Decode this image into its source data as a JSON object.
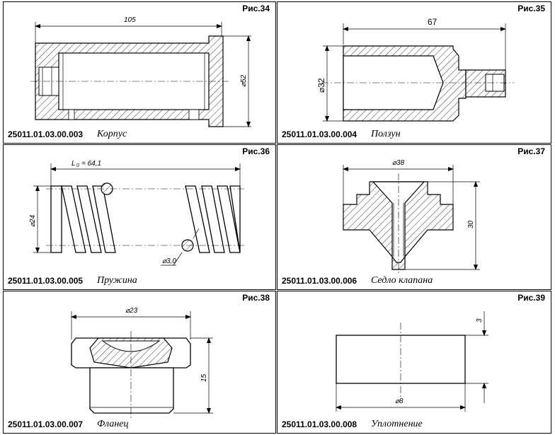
{
  "panels": [
    {
      "fig": "Рис.34",
      "code": "25011.01.03.00.003",
      "name": "Корпус",
      "dims": {
        "length": "105",
        "diameter": "⌀52"
      }
    },
    {
      "fig": "Рис.35",
      "code": "25011.01.03.00.004",
      "name": "Ползун",
      "dims": {
        "length": "67",
        "diameter": "⌀32"
      }
    },
    {
      "fig": "Рис.36",
      "code": "25011.01.03.00.005",
      "name": "Пружина",
      "dims": {
        "length_sym": "L",
        "length_sub": "0",
        "length_val": "= 64,1",
        "diameter": "⌀24",
        "wire": "⌀3,0"
      }
    },
    {
      "fig": "Рис.37",
      "code": "25011.01.03.00.006",
      "name": "Седло клапана",
      "dims": {
        "diameter": "⌀38",
        "height": "30"
      }
    },
    {
      "fig": "Рис.38",
      "code": "25011.01.03.00.007",
      "name": "Фланец",
      "dims": {
        "diameter": "⌀23",
        "height": "15"
      }
    },
    {
      "fig": "Рис.39",
      "code": "25011.01.03.00.008",
      "name": "Уплотнение",
      "dims": {
        "thickness": "3",
        "diameter": "⌀8"
      }
    }
  ]
}
